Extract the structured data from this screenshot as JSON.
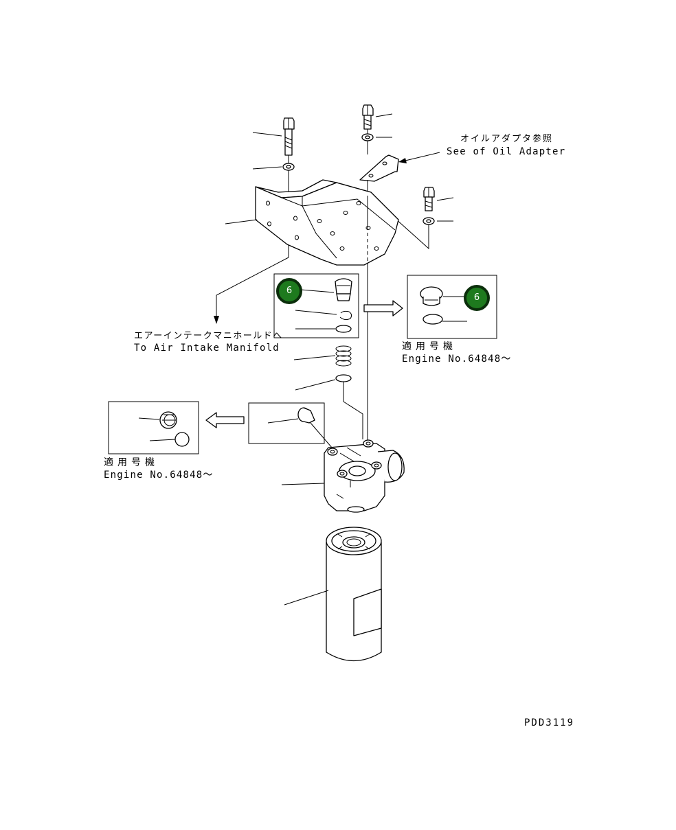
{
  "labels": {
    "oil_adapter_jp": "オイルアダプタ参照",
    "oil_adapter_en": "See of Oil Adapter",
    "air_intake_jp": "エアーインテークマニホールドへ",
    "air_intake_en": "To Air Intake Manifold",
    "applicable_jp": "適用号機",
    "engine_no": "Engine No.64848～",
    "drawing_no": "PDD3119"
  },
  "badges": {
    "left": "6",
    "right": "6"
  },
  "colors": {
    "badge_fill": "#1e7a1e",
    "badge_ring": "#0b2e0b",
    "line": "#000000"
  }
}
